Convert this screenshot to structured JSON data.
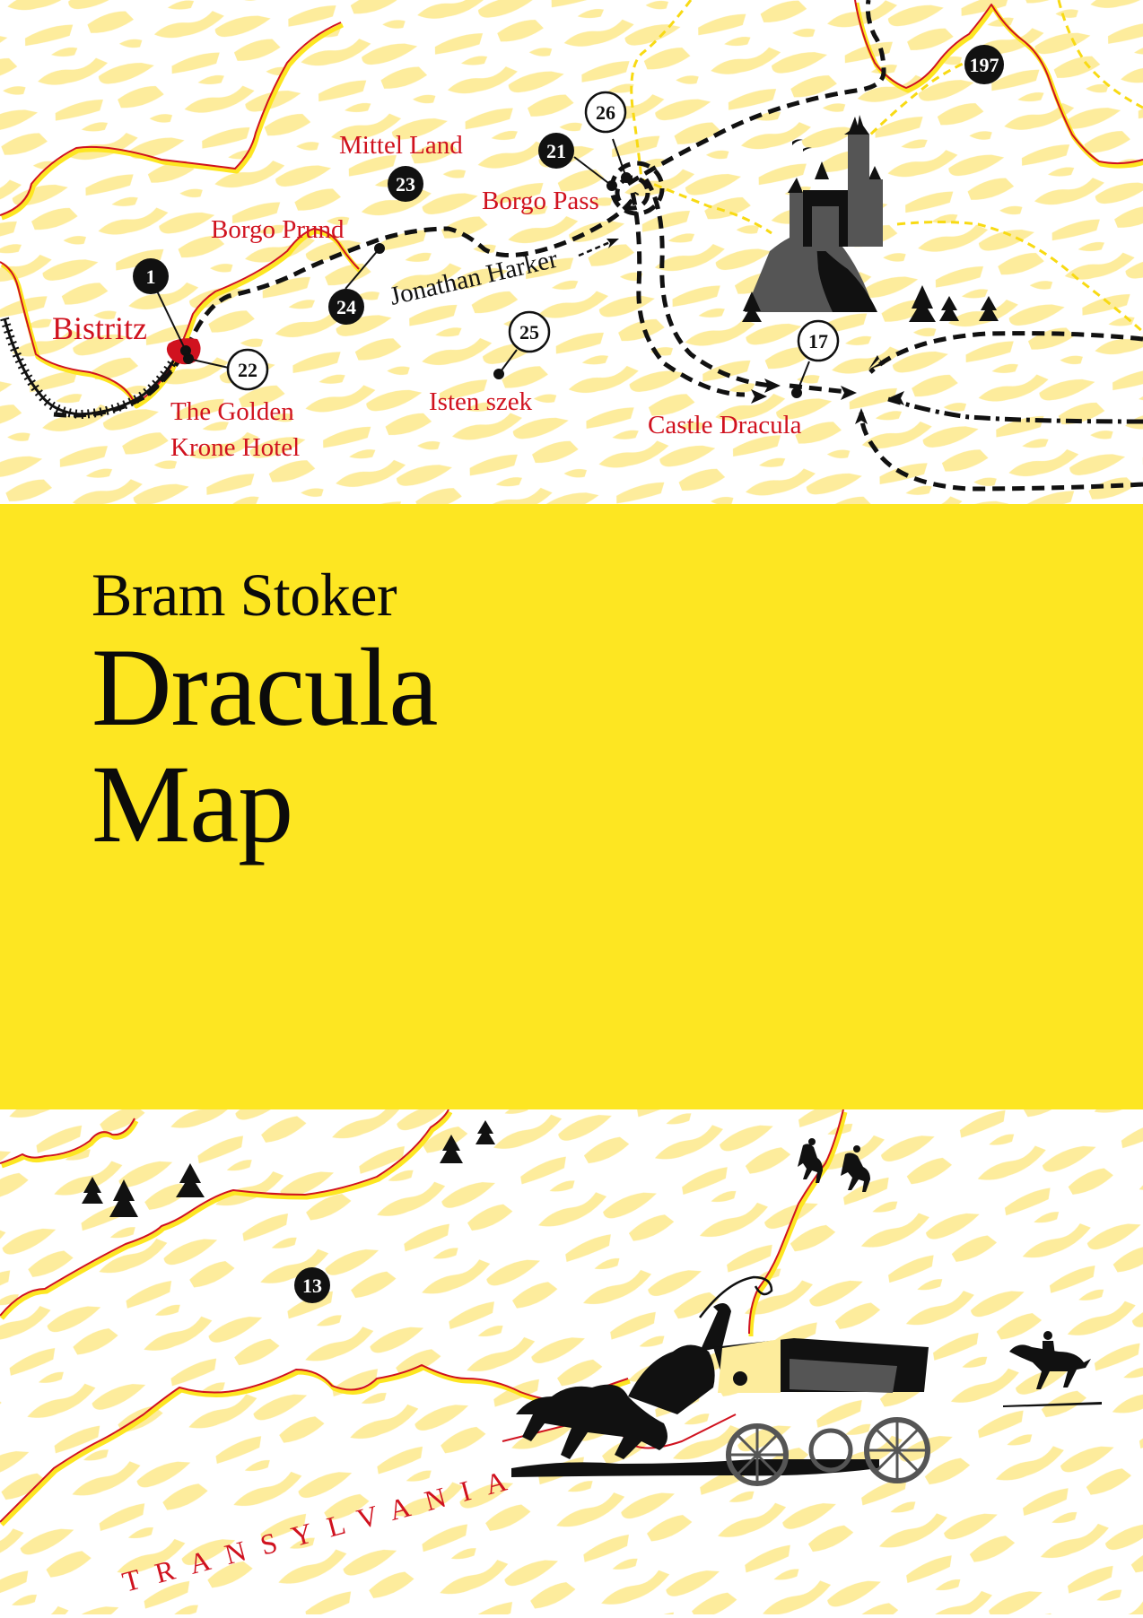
{
  "cover": {
    "author": "Bram Stoker",
    "title": "Dracula",
    "subtitle": "Map",
    "band_color": "#fde622"
  },
  "colors": {
    "terrain": "#fdec9c",
    "border_red": "#d0121f",
    "border_yellow": "#fde622",
    "label_red": "#d0121f",
    "ink": "#111111",
    "castle_grey": "#555555"
  },
  "map_top": {
    "places": [
      {
        "id": "bistritz",
        "label": "Bistritz"
      },
      {
        "id": "borgo-prund",
        "label": "Borgo Prund"
      },
      {
        "id": "mittel-land",
        "label": "Mittel Land"
      },
      {
        "id": "borgo-pass",
        "label": "Borgo Pass"
      },
      {
        "id": "golden-krone-1",
        "label": "The Golden"
      },
      {
        "id": "golden-krone-2",
        "label": "Krone Hotel"
      },
      {
        "id": "isten-szek",
        "label": "Isten szek"
      },
      {
        "id": "castle-dracula",
        "label": "Castle Dracula"
      }
    ],
    "route_label": "Jonathan Harker",
    "markers": [
      {
        "num": "1",
        "style": "filled"
      },
      {
        "num": "22",
        "style": "outline"
      },
      {
        "num": "23",
        "style": "filled"
      },
      {
        "num": "24",
        "style": "filled"
      },
      {
        "num": "21",
        "style": "filled"
      },
      {
        "num": "26",
        "style": "outline"
      },
      {
        "num": "25",
        "style": "outline"
      },
      {
        "num": "17",
        "style": "outline"
      },
      {
        "num": "197",
        "style": "filled"
      }
    ]
  },
  "map_bottom": {
    "region_label": "TRANSYLVANIA",
    "region_letters": [
      "T",
      "R",
      "A",
      "N",
      "S",
      "Y",
      "L",
      "V",
      "A",
      "N",
      "I",
      "A"
    ],
    "markers": [
      {
        "num": "13",
        "style": "filled"
      }
    ]
  }
}
